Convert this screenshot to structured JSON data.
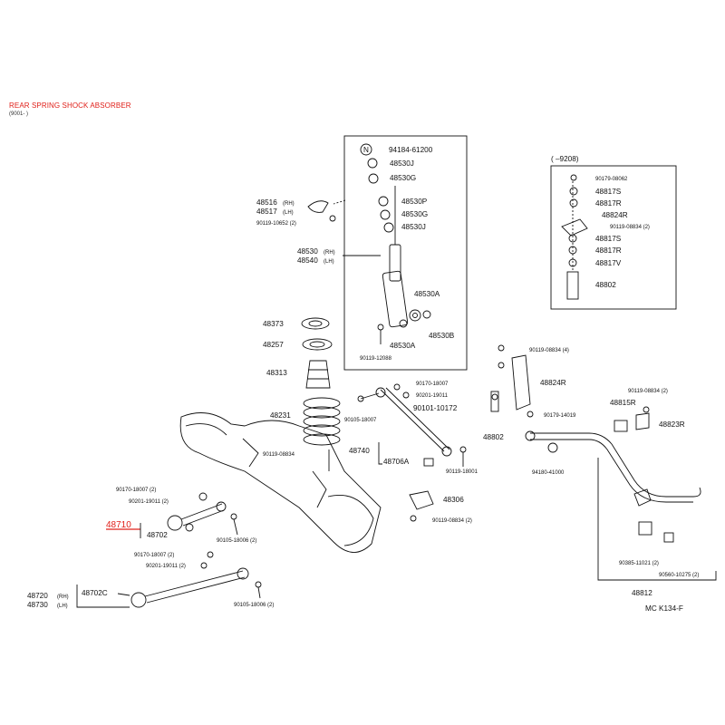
{
  "header": {
    "title": "REAR SPRING SHOCK ABSORBER",
    "subtitle": "(9001-  )"
  },
  "colors": {
    "highlight": "#e0201a",
    "line": "#111111"
  },
  "callouts": [
    {
      "id": "c-94184-61200",
      "text": "94184-61200"
    },
    {
      "id": "c-48530j-1",
      "text": "48530J"
    },
    {
      "id": "c-48530g-1",
      "text": "48530G"
    },
    {
      "id": "c-48516",
      "text": "48516"
    },
    {
      "id": "c-48517",
      "text": "48517"
    },
    {
      "id": "c-90119-10652",
      "text": "90119-10652 (2)"
    },
    {
      "id": "c-48530p",
      "text": "48530P"
    },
    {
      "id": "c-48530g-2",
      "text": "48530G"
    },
    {
      "id": "c-48530j-2",
      "text": "48530J"
    },
    {
      "id": "c-48530",
      "text": "48530"
    },
    {
      "id": "c-48540",
      "text": "48540"
    },
    {
      "id": "c-48530a-1",
      "text": "48530A"
    },
    {
      "id": "c-48373",
      "text": "48373"
    },
    {
      "id": "c-48530a-2",
      "text": "48530A"
    },
    {
      "id": "c-48530b",
      "text": "48530B"
    },
    {
      "id": "c-48257",
      "text": "48257"
    },
    {
      "id": "c-90119-12088",
      "text": "90119-12088"
    },
    {
      "id": "c-48313",
      "text": "48313"
    },
    {
      "id": "c-90170-18007-1",
      "text": "90170-18007"
    },
    {
      "id": "c-90201-19011-1",
      "text": "90201-19011"
    },
    {
      "id": "c-90101-10172",
      "text": "90101-10172"
    },
    {
      "id": "c-48231",
      "text": "48231"
    },
    {
      "id": "c-90105-18007",
      "text": "90105-18007"
    },
    {
      "id": "c-90119-08834-a",
      "text": "90119-08834"
    },
    {
      "id": "c-48740",
      "text": "48740"
    },
    {
      "id": "c-48706a",
      "text": "48706A"
    },
    {
      "id": "c-90119-18001",
      "text": "90119-18001"
    },
    {
      "id": "c-90170-18007-2",
      "text": "90170-18007 (2)"
    },
    {
      "id": "c-90201-19011-2",
      "text": "90201-19011 (2)"
    },
    {
      "id": "c-48710",
      "text": "48710"
    },
    {
      "id": "c-48702",
      "text": "48702"
    },
    {
      "id": "c-90105-18006-1",
      "text": "90105-18006 (2)"
    },
    {
      "id": "c-48306",
      "text": "48306"
    },
    {
      "id": "c-90119-08834-b",
      "text": "90119-08834 (2)"
    },
    {
      "id": "c-90170-18007-3",
      "text": "90170-18007 (2)"
    },
    {
      "id": "c-90201-19011-3",
      "text": "90201-19011 (2)"
    },
    {
      "id": "c-48720",
      "text": "48720"
    },
    {
      "id": "c-48730",
      "text": "48730"
    },
    {
      "id": "c-48702c",
      "text": "48702C"
    },
    {
      "id": "c-90105-18006-2",
      "text": "90105-18006 (2)"
    },
    {
      "id": "c-9208",
      "text": "(      –9208)"
    },
    {
      "id": "c-90179-08062",
      "text": "90179-08062"
    },
    {
      "id": "c-48817s-1",
      "text": "48817S"
    },
    {
      "id": "c-48817r-1",
      "text": "48817R"
    },
    {
      "id": "c-48824r-1",
      "text": "48824R"
    },
    {
      "id": "c-90119-08834-c",
      "text": "90119-08834 (2)"
    },
    {
      "id": "c-48817s-2",
      "text": "48817S"
    },
    {
      "id": "c-48817r-2",
      "text": "48817R"
    },
    {
      "id": "c-48817v",
      "text": "48817V"
    },
    {
      "id": "c-48802-1",
      "text": "48802"
    },
    {
      "id": "c-90119-08834-d",
      "text": "90119-08834 (4)"
    },
    {
      "id": "c-48824r-2",
      "text": "48824R"
    },
    {
      "id": "c-90119-08834-e",
      "text": "90119-08834 (2)"
    },
    {
      "id": "c-48815r",
      "text": "48815R"
    },
    {
      "id": "c-90179-14019",
      "text": "90179-14019"
    },
    {
      "id": "c-48823r",
      "text": "48823R"
    },
    {
      "id": "c-48802-2",
      "text": "48802"
    },
    {
      "id": "c-94180-41000",
      "text": "94180-41000"
    },
    {
      "id": "c-90385-11021",
      "text": "90385-11021 (2)"
    },
    {
      "id": "c-90560-10275",
      "text": "90560-10275 (2)"
    },
    {
      "id": "c-48812",
      "text": "48812"
    },
    {
      "id": "c-mc-k134f",
      "text": "MC K134-F"
    }
  ],
  "side_marks": {
    "rh": "(RH)",
    "lh": "(LH)"
  },
  "n_marker": "N"
}
